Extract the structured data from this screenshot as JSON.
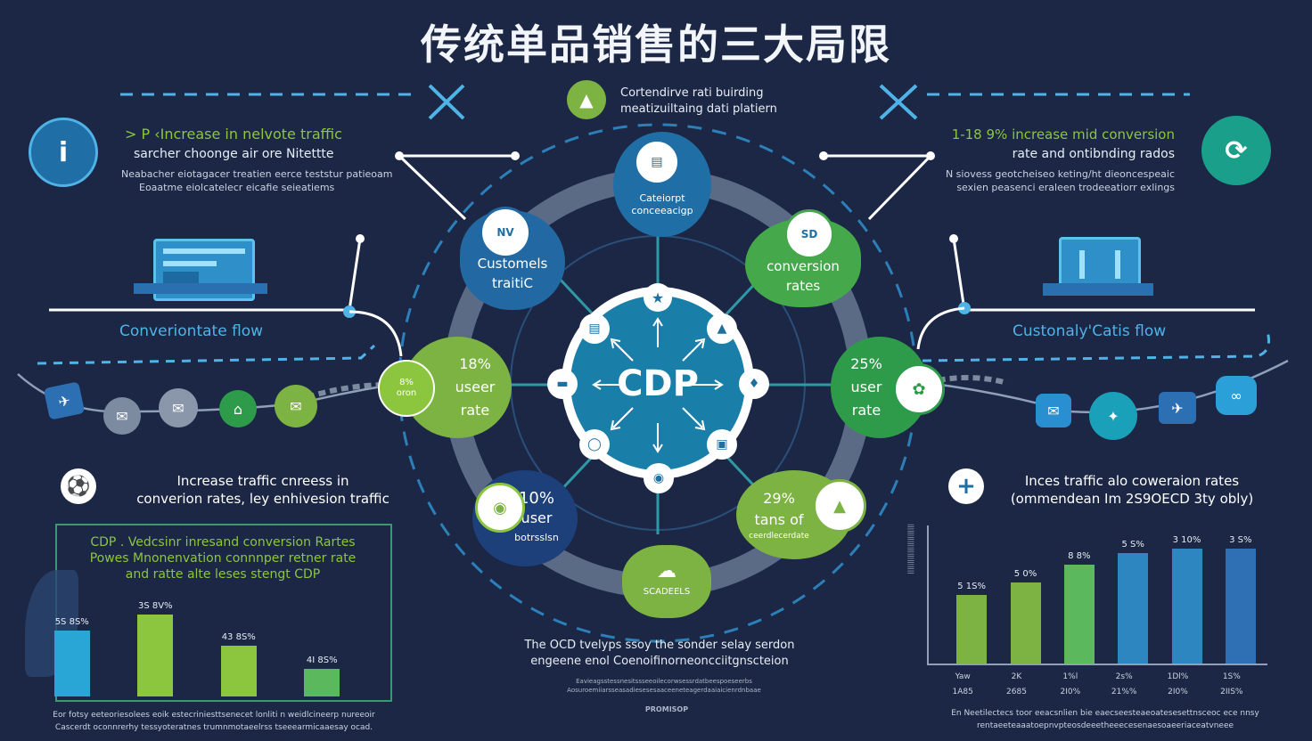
{
  "title": "传统单品销售的三大局限",
  "top_center": {
    "line1": "Cortendirve rati buirding",
    "line2": "meatizuiltaing dati platiern"
  },
  "left_header": {
    "line1": "> P ‹Increase in nelvote traffic",
    "line2": "sarcher choonge air ore Nitettte",
    "desc1": "Neabacher eiotagacer treatien eerce teststur patieoam",
    "desc2": "Eoaatme eiolcatelecr eicafie seieatiems"
  },
  "right_header": {
    "line1": "1-18 9% increase mid conversion",
    "line2": "rate and ontibnding rados",
    "desc1": "N siovess geotcheiseo keting/ht dieoncespeaic",
    "desc2": "sexien peasenci eraleen  trodeeatiorr exlings"
  },
  "left_flow_label": "Converiontate flow",
  "right_flow_label": "Custonaly'Catis flow",
  "center_label": "CDP",
  "nodes": {
    "top": {
      "line1": "Cateiorpt",
      "line2": "conceeacigp"
    },
    "upper_left": {
      "line1": "Customels",
      "line2": "traitiC"
    },
    "upper_right": {
      "line1": "conversion",
      "line2": "rates"
    },
    "left": {
      "line1": "18%",
      "line2": "useer",
      "line3": "rate"
    },
    "right": {
      "line1": "25%",
      "line2": "user",
      "line3": "rate"
    },
    "lower_left": {
      "line1": "10%",
      "line2": "user",
      "line3": "botrsslsn"
    },
    "lower_right": {
      "line1": "29%",
      "line2": "tans of",
      "line3": "ceerdlecerdate"
    },
    "bottom": {
      "line1": "SCADEELS"
    },
    "left_small": {
      "line1": "8%",
      "line2": "oron"
    }
  },
  "bottom_center": {
    "line1": "The OCD tvelyps ssoy the sonder selay serdon",
    "line2": "engeene enol Coenoifinorneoncciitgnscteion",
    "line3": "Eavieagsstessnesitssseeoilecorwsessrdatbeespoeseerbs",
    "line4": "Aosuroemiiarsseasadiesesesaaceeneteagerdaaiaicienrdnbaae",
    "footer": "PROMISOP"
  },
  "left_chart": {
    "heading1": "Increase traffic cnreess in",
    "heading2": "converion rates, ley enhivesion traffic",
    "box1": "CDP . Vedcsinr inresand conversion Rartes",
    "box2": "Powes Mnonenvation connnper retner rate",
    "box3": "and ratte alte leses stengt CDP",
    "labels": [
      "5S 8S%",
      "3S 8V%",
      "43 8S%",
      "4I 8S%"
    ],
    "footer1": "Eor  fotsy eeteoriesolees  eoik  estecriniesttsenecet lonliti n weidlcineerp nureeoir",
    "footer2": "Cascerdt oconnrerhy tessyoteratnes trumnmotaeelrss tseeearmicaaesay ocad."
  },
  "right_chart": {
    "heading1": "Inces traffic alo coweraion rates",
    "heading2": "(ommendean Im 2S9OECD 3ty obly)",
    "labels": [
      "5 1S%",
      "5 0%",
      "8 8%",
      "5 S%",
      "3 10%",
      "3 S%"
    ],
    "xlabels": [
      "Yaw",
      "2K",
      "1%l",
      "2s%",
      "1Dl%",
      "1S%"
    ],
    "xlabels2": [
      "1A85",
      "2685",
      "2I0%",
      "21%%",
      "2I0%",
      "2IIS%"
    ],
    "footer1": "En Neetilectecs toor eeacsnlien  bie  eaecseesteaeoatesesettnsceoc ece nnsy",
    "footer2": "rentaeeteaaatoepnvpteosdeeetheeecesenaesoaeeriaceatvneee"
  },
  "chart_data": [
    {
      "type": "bar",
      "categories": [
        "",
        "",
        "",
        ""
      ],
      "values": [
        0.8,
        1.0,
        0.62,
        0.34
      ],
      "data_labels": [
        "5S 8S%",
        "3S 8V%",
        "43 8S%",
        "4I 8S%"
      ],
      "colors": [
        "#2aa6d6",
        "#8cc63f",
        "#8cc63f",
        "#5cb85c"
      ]
    },
    {
      "type": "bar",
      "categories": [
        "Yaw",
        "2K",
        "1%l",
        "2s%",
        "1Dl%",
        "1S%"
      ],
      "values": [
        0.54,
        0.64,
        0.78,
        0.87,
        0.91,
        0.91
      ],
      "data_labels": [
        "5 1S%",
        "5 0%",
        "8 8%",
        "5 S%",
        "3 10%",
        "3 S%"
      ],
      "colors": [
        "#7cb342",
        "#7cb342",
        "#5cb85c",
        "#2e86c1",
        "#2e86c1",
        "#2f6fb3"
      ]
    }
  ],
  "colors": {
    "bg": "#1b2744",
    "green": "#8cc63f",
    "blue": "#1f6fa0",
    "cyan": "#4fb3e8"
  }
}
